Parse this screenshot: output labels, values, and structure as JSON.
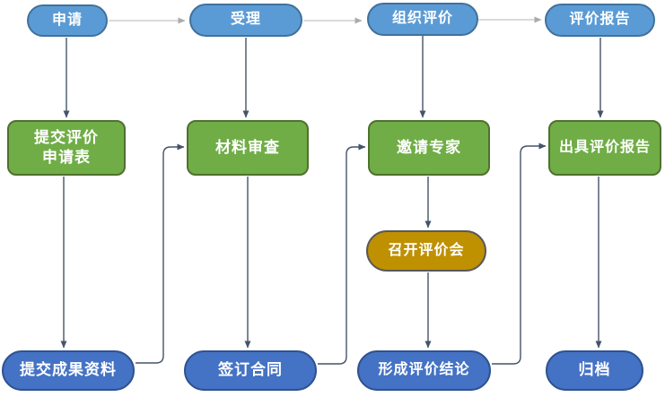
{
  "diagram_title": "",
  "flow": {
    "top_row": [
      {
        "id": "apply",
        "label": "申请"
      },
      {
        "id": "accept",
        "label": "受理"
      },
      {
        "id": "organize-evaluation",
        "label": "组织评价"
      },
      {
        "id": "evaluation-report",
        "label": "评价报告"
      }
    ],
    "mid_row": [
      {
        "id": "submit-application-form",
        "label": "提交评价申请表",
        "lines": [
          "提交评价",
          "申请表"
        ]
      },
      {
        "id": "material-review",
        "label": "材料审查"
      },
      {
        "id": "invite-experts",
        "label": "邀请专家"
      },
      {
        "id": "issue-evaluation-report",
        "label": "出具评价报告"
      }
    ],
    "meeting": {
      "id": "hold-evaluation-meeting",
      "label": "召开评价会"
    },
    "bottom_row": [
      {
        "id": "submit-achievement-materials",
        "label": "提交成果资料"
      },
      {
        "id": "sign-contract",
        "label": "签订合同"
      },
      {
        "id": "form-evaluation-conclusion",
        "label": "形成评价结论"
      },
      {
        "id": "archive",
        "label": "归档"
      }
    ],
    "connectors": [
      {
        "from": "申请",
        "to": "受理",
        "style": "light-gray-arrow"
      },
      {
        "from": "受理",
        "to": "组织评价",
        "style": "light-gray-arrow"
      },
      {
        "from": "组织评价",
        "to": "评价报告",
        "style": "light-gray-arrow"
      },
      {
        "from": "申请",
        "to": "提交评价申请表",
        "style": "dark-arrow"
      },
      {
        "from": "受理",
        "to": "材料审查",
        "style": "dark-arrow"
      },
      {
        "from": "组织评价",
        "to": "邀请专家",
        "style": "dark-arrow"
      },
      {
        "from": "评价报告",
        "to": "出具评价报告",
        "style": "dark-arrow"
      },
      {
        "from": "提交评价申请表",
        "to": "提交成果资料",
        "style": "dark-arrow"
      },
      {
        "from": "材料审查",
        "to": "签订合同",
        "style": "dark-arrow"
      },
      {
        "from": "邀请专家",
        "to": "召开评价会",
        "style": "dark-arrow"
      },
      {
        "from": "召开评价会",
        "to": "形成评价结论",
        "style": "dark-arrow"
      },
      {
        "from": "出具评价报告",
        "to": "归档",
        "style": "dark-arrow"
      },
      {
        "from": "提交成果资料",
        "to": "材料审查",
        "style": "dark-elbow-arrow"
      },
      {
        "from": "签订合同",
        "to": "邀请专家",
        "style": "dark-elbow-arrow"
      },
      {
        "from": "形成评价结论",
        "to": "出具评价报告",
        "style": "dark-elbow-arrow"
      }
    ]
  },
  "colors": {
    "background": "#ffffff",
    "top_pill_fill": "#5B9BD5",
    "top_pill_border": "#41719C",
    "green_fill": "#70AD47",
    "green_border": "#50702f",
    "gold_fill": "#BF9000",
    "gold_border": "#595959",
    "bottom_pill_fill": "#4472C4",
    "bottom_pill_border": "#2F528F",
    "connector_dark": "#44546A",
    "connector_light": "#AFAFAF",
    "node_text": "#ffffff"
  }
}
